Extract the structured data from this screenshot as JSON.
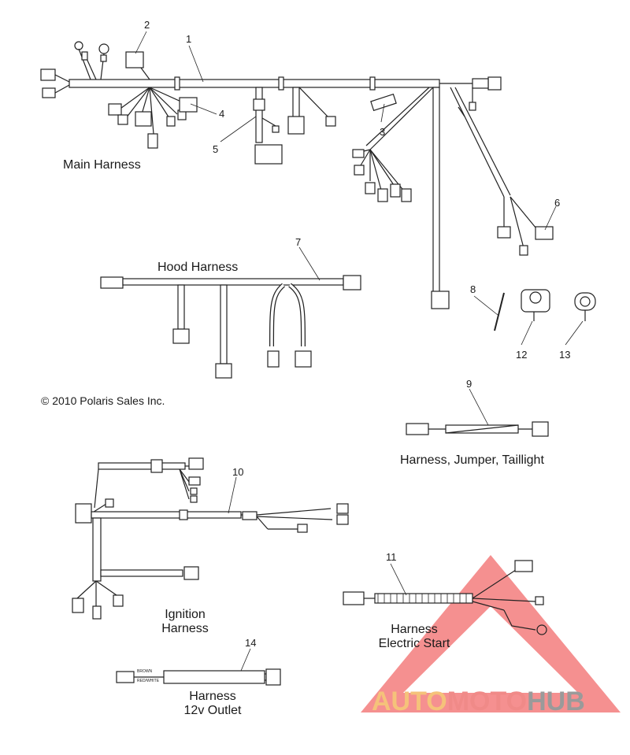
{
  "titles": {
    "main": "Main Harness",
    "hood": "Hood Harness",
    "jumper": "Harness, Jumper, Taillight",
    "ignition_1": "Ignition",
    "ignition_2": "Harness",
    "elec_1": "Harness",
    "elec_2": "Electric Start",
    "outlet_1": "Harness",
    "outlet_2": "12v Outlet"
  },
  "copyright": "© 2010 Polaris Sales Inc.",
  "callouts": [
    "1",
    "2",
    "3",
    "4",
    "5",
    "6",
    "7",
    "8",
    "9",
    "10",
    "11",
    "12",
    "13",
    "14"
  ],
  "wire_labels": {
    "brown": "BROWN",
    "red_white": "RED/WHITE"
  },
  "watermark": {
    "part1": "AUTO",
    "part2": "MOTO",
    "part3": "HUB",
    "colors": {
      "auto": "#f5c27a",
      "moto": "#f08a88",
      "hub": "#9a9a9a",
      "triangle": "#f26b6b"
    }
  }
}
